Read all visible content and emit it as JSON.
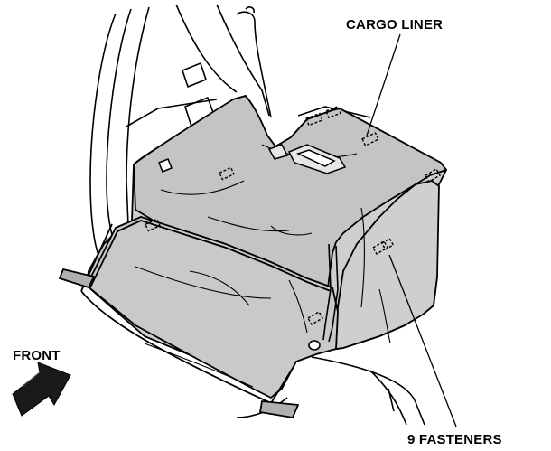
{
  "labels": {
    "cargo_liner": "CARGO LINER",
    "front": "FRONT",
    "fasteners": "9 FASTENERS"
  },
  "colors": {
    "liner_fill": "#cfcfcf",
    "liner_shade": "#b9b9b9",
    "line": "#000000",
    "arrow_fill": "#1a1a1a",
    "background": "#ffffff"
  },
  "icons": {
    "direction_arrow": "front-arrow-icon"
  }
}
